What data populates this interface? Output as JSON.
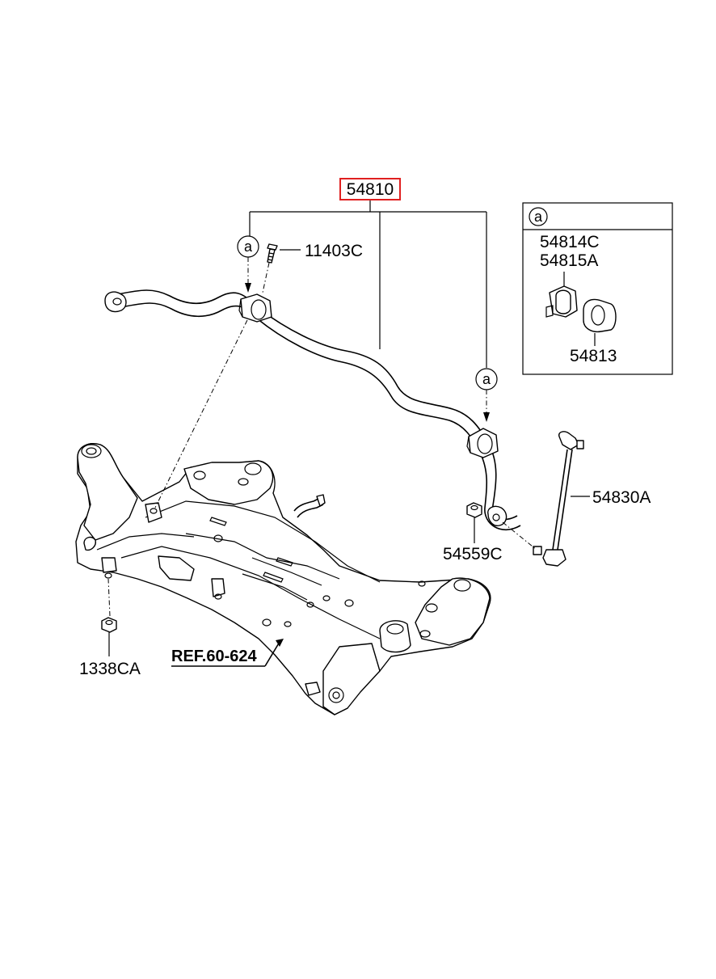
{
  "parts": {
    "main": "54810",
    "bolt": "11403C",
    "detail_1": "54814C",
    "detail_2": "54815A",
    "detail_3": "54813",
    "link": "54830A",
    "nut_link": "54559C",
    "nut_frame": "1338CA"
  },
  "reference": "REF.60-624",
  "callout_letter": "a",
  "colors": {
    "highlight": "#e02020",
    "line": "#000000",
    "background": "#ffffff"
  }
}
